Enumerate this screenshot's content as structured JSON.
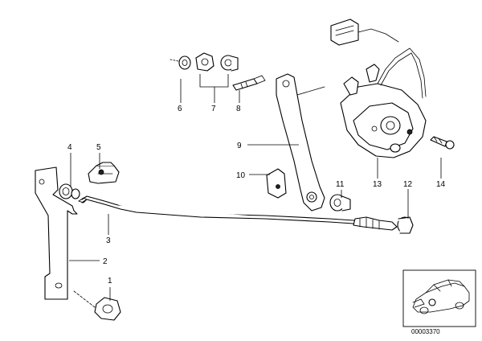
{
  "callouts": {
    "c1": "1",
    "c2": "2",
    "c3": "3",
    "c4": "4",
    "c5": "5",
    "c6": "6",
    "c7": "7",
    "c8": "8",
    "c9": "9",
    "c10": "10",
    "c11": "11",
    "c12": "12",
    "c13": "13",
    "c14": "14"
  },
  "reference_code": "00003370",
  "thumbnail_icon": "car-icon"
}
